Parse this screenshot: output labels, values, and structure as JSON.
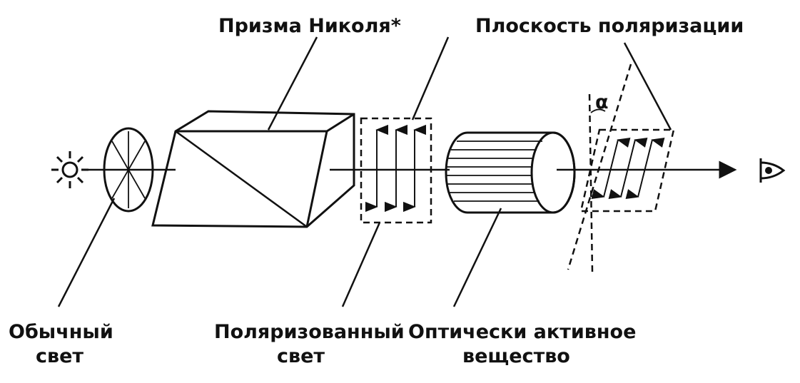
{
  "labels": {
    "nicol_prism": "Призма Николя*",
    "polarization_plane": "Плоскость поляризации",
    "ordinary_light_line1": "Обычный",
    "ordinary_light_line2": "свет",
    "polarized_light_line1": "Поляризованный",
    "polarized_light_line2": "свет",
    "active_substance_line1": "Оптически активное",
    "active_substance_line2": "вещество",
    "angle_symbol": "α"
  },
  "icons": {
    "source": "light-source-icon",
    "eye": "eye-icon"
  },
  "colors": {
    "ink": "#111111",
    "background": "#ffffff"
  }
}
